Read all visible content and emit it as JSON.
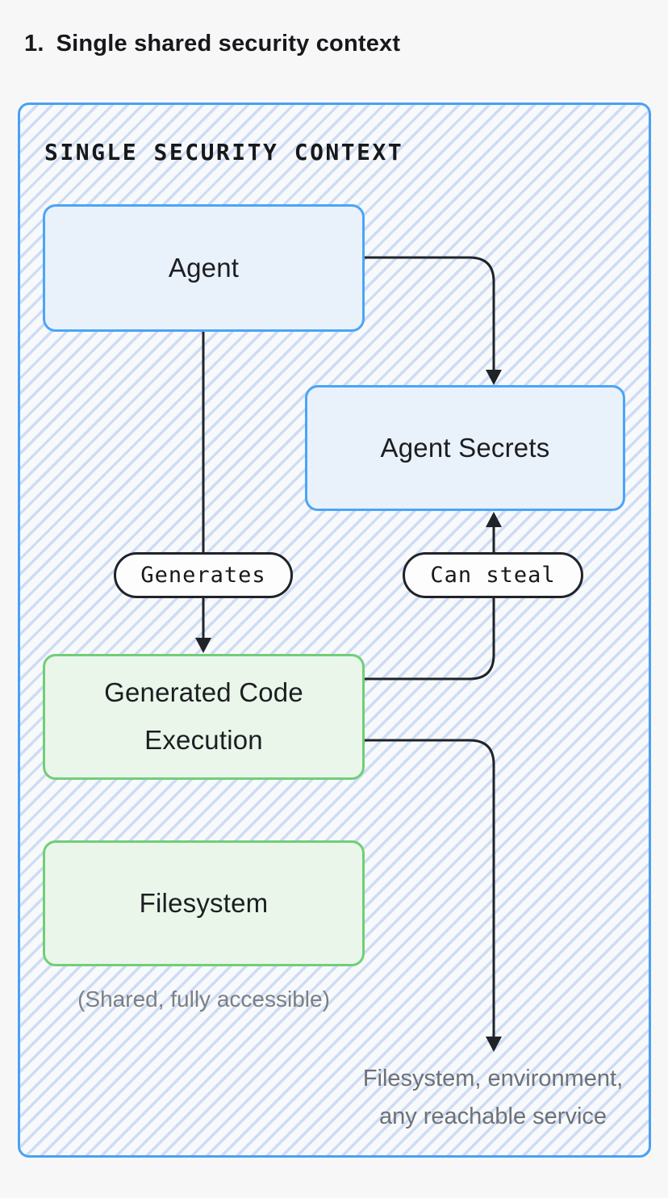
{
  "page": {
    "heading_number": "1.",
    "heading": "Single shared security context"
  },
  "diagram": {
    "frame_label": "SINGLE SECURITY CONTEXT",
    "nodes": {
      "agent": {
        "label": "Agent"
      },
      "agent_secrets": {
        "label": "Agent Secrets"
      },
      "generated_code_execution": {
        "label": "Generated Code Execution"
      },
      "filesystem": {
        "label": "Filesystem"
      }
    },
    "edges": {
      "generates": {
        "label": "Generates"
      },
      "can_steal": {
        "label": "Can steal"
      }
    },
    "captions": {
      "filesystem_note": "(Shared, fully accessible)",
      "reach_line1": "Filesystem, environment,",
      "reach_line2": "any reachable service"
    },
    "colors": {
      "page_background": "#f7f7f8",
      "frame_border": "#49a1f5",
      "hatch_stripe": "#cedcf4",
      "hatch_background": "#f8f9fb",
      "blue_node_fill": "#e9f1fb",
      "blue_node_border": "#4ba5f7",
      "green_node_fill": "#eaf6ea",
      "green_node_border": "#70ce79",
      "edge_line": "#202328",
      "note_text": "#7c7f84",
      "reach_text": "#6e7176"
    }
  }
}
